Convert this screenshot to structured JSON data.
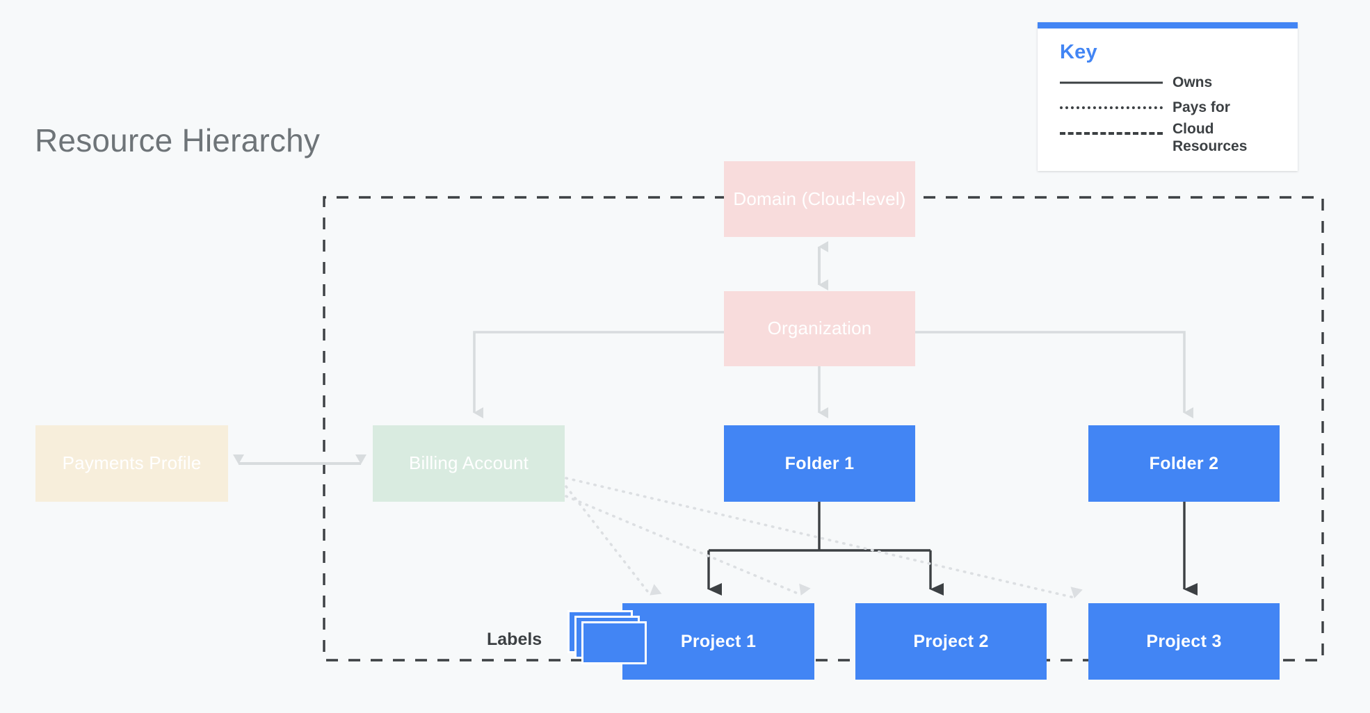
{
  "page": {
    "title": "Resource Hierarchy",
    "background_color": "#f7f9fa"
  },
  "colors": {
    "accent_blue": "#4285f4",
    "node_blue": "#4285f4",
    "node_pink": "#f8dcdc",
    "node_green": "#d9ebe0",
    "node_cream": "#f7eedb",
    "title_gray": "#6e7478",
    "line_gray": "#d8dcde",
    "line_dark": "#3c4043"
  },
  "legend": {
    "title": "Key",
    "items": [
      {
        "style": "solid",
        "label": "Owns"
      },
      {
        "style": "dotted",
        "label": "Pays for"
      },
      {
        "style": "dashed",
        "label": "Cloud Resources"
      }
    ]
  },
  "nodes": {
    "domain": {
      "label": "Domain (Cloud-level)",
      "fill": "pink"
    },
    "organization": {
      "label": "Organization",
      "fill": "pink"
    },
    "payments_profile": {
      "label": "Payments Profile",
      "fill": "cream"
    },
    "billing_account": {
      "label": "Billing Account",
      "fill": "green"
    },
    "folder_1": {
      "label": "Folder 1",
      "fill": "blue"
    },
    "folder_2": {
      "label": "Folder 2",
      "fill": "blue"
    },
    "project_1": {
      "label": "Project 1",
      "fill": "blue"
    },
    "project_2": {
      "label": "Project 2",
      "fill": "blue"
    },
    "project_3": {
      "label": "Project 3",
      "fill": "blue"
    }
  },
  "labels_marker": {
    "text": "Labels",
    "icon": "labels-stack-icon"
  },
  "edges": [
    {
      "from": "domain",
      "to": "organization",
      "style": "solid-bidirectional",
      "meaning": "Owns"
    },
    {
      "from": "organization",
      "to": "billing_account",
      "style": "solid",
      "meaning": "Owns"
    },
    {
      "from": "organization",
      "to": "folder_1",
      "style": "solid",
      "meaning": "Owns"
    },
    {
      "from": "organization",
      "to": "folder_2",
      "style": "solid",
      "meaning": "Owns"
    },
    {
      "from": "payments_profile",
      "to": "billing_account",
      "style": "solid-bidirectional",
      "meaning": "Owns"
    },
    {
      "from": "folder_1",
      "to": "project_1",
      "style": "solid",
      "meaning": "Owns"
    },
    {
      "from": "folder_1",
      "to": "project_2",
      "style": "solid",
      "meaning": "Owns"
    },
    {
      "from": "folder_2",
      "to": "project_3",
      "style": "solid",
      "meaning": "Owns"
    },
    {
      "from": "billing_account",
      "to": "project_1",
      "style": "dotted",
      "meaning": "Pays for"
    },
    {
      "from": "billing_account",
      "to": "project_2",
      "style": "dotted",
      "meaning": "Pays for"
    },
    {
      "from": "billing_account",
      "to": "project_3",
      "style": "dotted",
      "meaning": "Pays for"
    }
  ],
  "cloud_resources_boundary": {
    "style": "dashed",
    "meaning": "Cloud Resources"
  }
}
